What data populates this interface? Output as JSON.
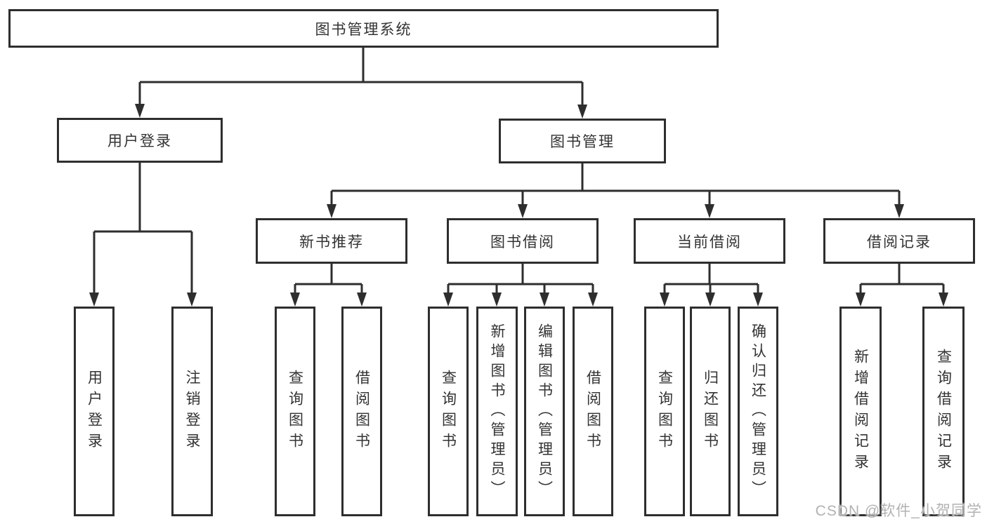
{
  "diagram": {
    "type": "tree",
    "title": "图书管理系统",
    "nodes": {
      "root": {
        "label": "图书管理系统"
      },
      "user_login": {
        "label": "用户登录"
      },
      "book_mgmt": {
        "label": "图书管理"
      },
      "new_book_rec": {
        "label": "新书推荐"
      },
      "book_borrow": {
        "label": "图书借阅"
      },
      "current_borrow": {
        "label": "当前借阅"
      },
      "borrow_record": {
        "label": "借阅记录"
      },
      "login_item": {
        "label": "用户登录"
      },
      "logout_item": {
        "label": "注销登录"
      },
      "rec_query": {
        "label": "查询图书"
      },
      "rec_borrow": {
        "label": "借阅图书"
      },
      "bb_query": {
        "label": "查询图书"
      },
      "bb_add": {
        "label": "新增图书（管理员）"
      },
      "bb_edit": {
        "label": "编辑图书（管理员）"
      },
      "bb_borrow": {
        "label": "借阅图书"
      },
      "cb_query": {
        "label": "查询图书"
      },
      "cb_return": {
        "label": "归还图书"
      },
      "cb_confirm": {
        "label": "确认归还（管理员）"
      },
      "br_add": {
        "label": "新增借阅记录"
      },
      "br_query": {
        "label": "查询借阅记录"
      }
    },
    "edges": [
      [
        "root",
        "user_login"
      ],
      [
        "root",
        "book_mgmt"
      ],
      [
        "user_login",
        "login_item"
      ],
      [
        "user_login",
        "logout_item"
      ],
      [
        "book_mgmt",
        "new_book_rec"
      ],
      [
        "book_mgmt",
        "book_borrow"
      ],
      [
        "book_mgmt",
        "current_borrow"
      ],
      [
        "book_mgmt",
        "borrow_record"
      ],
      [
        "new_book_rec",
        "rec_query"
      ],
      [
        "new_book_rec",
        "rec_borrow"
      ],
      [
        "book_borrow",
        "bb_query"
      ],
      [
        "book_borrow",
        "bb_add"
      ],
      [
        "book_borrow",
        "bb_edit"
      ],
      [
        "book_borrow",
        "bb_borrow"
      ],
      [
        "current_borrow",
        "cb_query"
      ],
      [
        "current_borrow",
        "cb_return"
      ],
      [
        "current_borrow",
        "cb_confirm"
      ],
      [
        "borrow_record",
        "br_add"
      ],
      [
        "borrow_record",
        "br_query"
      ]
    ],
    "colors": {
      "line": "#2e2e2e",
      "text": "#333333",
      "background": "#ffffff",
      "watermark": "#b2b2b2"
    }
  },
  "watermark": {
    "text": "CSDN @软件_小贺同学"
  }
}
